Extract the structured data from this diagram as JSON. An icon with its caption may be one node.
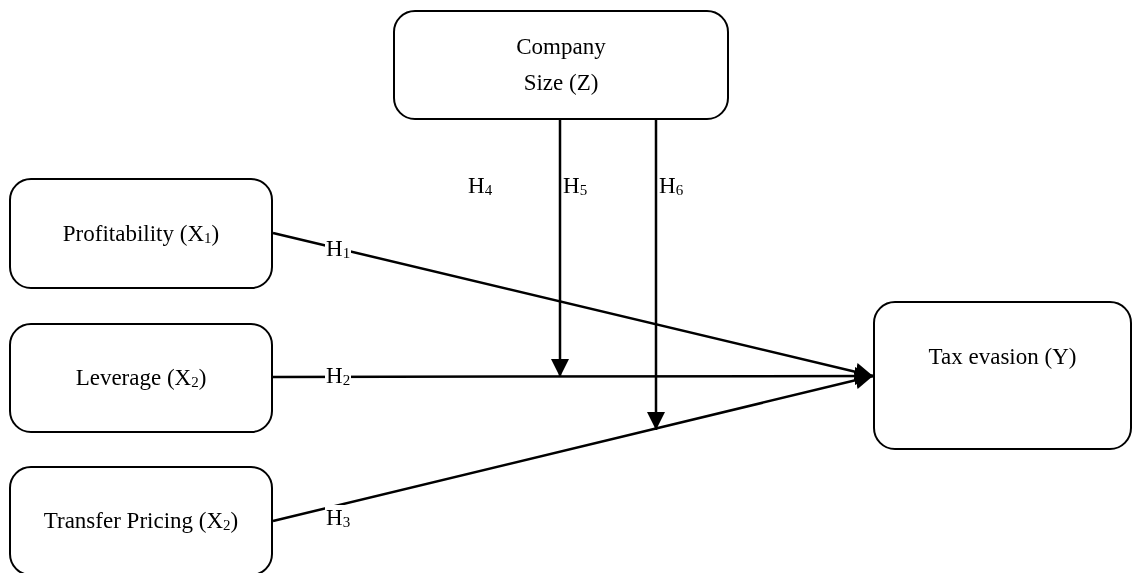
{
  "diagram": {
    "nodes": [
      {
        "text": [
          "Company Size (Z)"
        ]
      },
      {
        "text": [
          "Profitability (X$_{1}$)"
        ]
      },
      {
        "text": [
          "Leverage (X$_{2}$)"
        ]
      },
      {
        "text": [
          "Transfer Pricing (X$_{2}$)"
        ]
      },
      {
        "text": [
          "Tax evasion (Y)"
        ]
      }
    ],
    "edges": [
      {
        "from": 1,
        "to": 4,
        "arrow": "to",
        "label": "H$_{1}$"
      },
      {
        "from": 2,
        "to": 4,
        "arrow": "to",
        "label": "H$_{2}$"
      },
      {
        "from": 3,
        "to": 4,
        "arrow": "to",
        "label": "H$_{3}$"
      },
      {
        "from": 0,
        "to": null,
        "arrow": "to",
        "label": "H$_{5}$"
      },
      {
        "from": 0,
        "to": null,
        "arrow": "to",
        "label": "H$_{6}$"
      }
    ],
    "labels": [
      "H$_{4}$"
    ]
  }
}
